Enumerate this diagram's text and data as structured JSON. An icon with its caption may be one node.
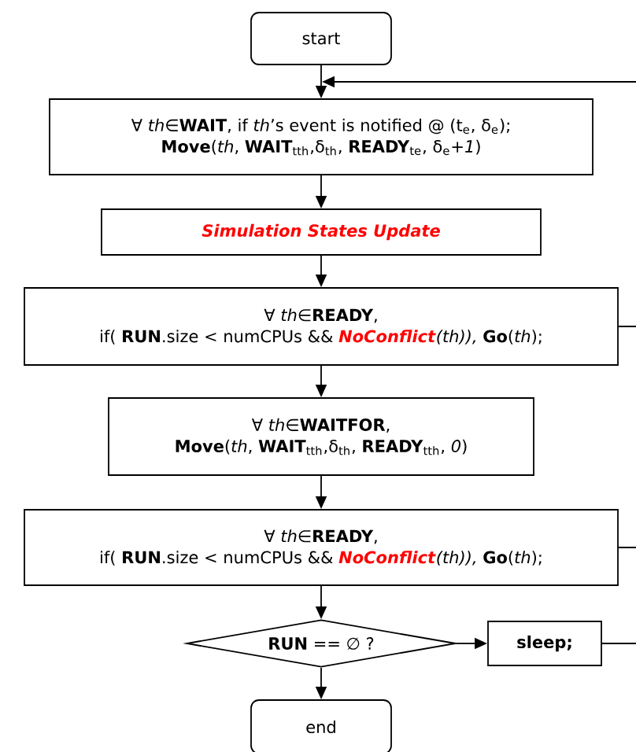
{
  "diagram": {
    "nodes": [
      {
        "text": [
          "start"
        ]
      },
      {
        "text": [
          "∀ *th*∈**WAIT**, if *th*’s event is notified @ (t$_{e}$, δ$_{e}$);",
          "**Move**(*th*, **WAIT**$_{tth}$,δ$_{th}$, **READY**$_{te}$, δ$_{e}$*+1*)"
        ]
      },
      {
        "text": [
          "Simulation States Update"
        ]
      },
      {
        "text": [
          "∀ *th*∈**READY**,",
          "if( **RUN**.size < numCPUs &&",
          "*NoConflict*",
          "*(th)),* **Go**(*th*);"
        ]
      },
      {
        "text": [
          "∀ *th*∈**WAITFOR**,",
          "**Move**(*th*, **WAIT**$_{tth}$,δ$_{th}$, **READY**$_{tth}$, *0*)"
        ]
      },
      {
        "text": [
          "∀ *th*∈**READY**,",
          "if( **RUN**.size < numCPUs &&",
          "*NoConflict*",
          "*(th)),* **Go**(*th*);"
        ]
      },
      {
        "text": [
          "**RUN** == ∅ ?"
        ]
      },
      {
        "text": [
          "sleep;"
        ]
      },
      {
        "text": [
          "end"
        ]
      }
    ],
    "edges": [
      {
        "from": 0,
        "to": 1,
        "arrow": "to"
      },
      {
        "from": 1,
        "to": 2,
        "arrow": "to"
      },
      {
        "from": 2,
        "to": 3,
        "arrow": "to"
      },
      {
        "from": 3,
        "to": 4,
        "arrow": "to"
      },
      {
        "from": 4,
        "to": 5,
        "arrow": "to"
      },
      {
        "from": 5,
        "to": 6,
        "arrow": "to"
      },
      {
        "from": 6,
        "to": 7,
        "arrow": "to"
      },
      {
        "from": 6,
        "to": 8,
        "arrow": "to"
      },
      {
        "from": 3,
        "to": null,
        "arrow": "none"
      },
      {
        "from": 5,
        "to": null,
        "arrow": "none"
      },
      {
        "from": 7,
        "to": null,
        "arrow": "none"
      },
      {
        "from": null,
        "to": 1,
        "arrow": "to"
      }
    ]
  }
}
